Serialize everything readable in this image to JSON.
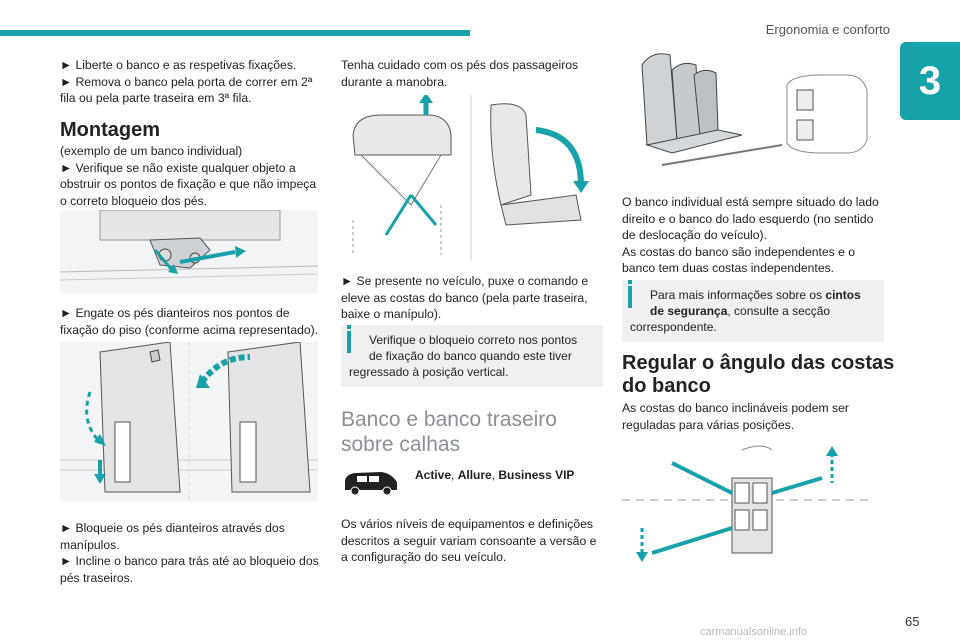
{
  "header": {
    "section": "Ergonomia e conforto",
    "chapter": "3"
  },
  "col1": {
    "p1_l1": "► Liberte o banco e as respetivas fixações.",
    "p1_l2": "► Remova o banco pela porta de correr em 2ª",
    "p1_l3": "fila ou pela parte traseira em 3ª fila.",
    "heading": "Montagem",
    "p2_l1": "(exemplo de um banco individual)",
    "p2_l2": "► Verifique se não existe qualquer objeto a",
    "p2_l3": "obstruir os pontos de fixação e que não impeça",
    "p2_l4": "o correto bloqueio dos pés.",
    "p3_l1": "► Engate os pés dianteiros nos pontos de",
    "p3_l2": "fixação do piso (conforme acima representado).",
    "p4_l1": "► Bloqueie os pés dianteiros através dos",
    "p4_l2": "manípulos.",
    "p4_l3": "► Incline o banco para trás até ao bloqueio dos",
    "p4_l4": "pés traseiros."
  },
  "col2": {
    "p1_l1": "Tenha cuidado com os pés dos passageiros",
    "p1_l2": "durante a manobra.",
    "p2_l1": "► Se presente no veículo, puxe o comando e",
    "p2_l2": "eleve as costas do banco (pela parte traseira,",
    "p2_l3": "baixe o manípulo).",
    "info_l1": "Verifique o bloqueio correto nos pontos",
    "info_l2": "de fixação do banco quando este tiver",
    "info_l3": "regressado à posição vertical.",
    "heading_l1": "Banco e banco traseiro",
    "heading_l2": "sobre calhas",
    "versions_a": "Active",
    "versions_sep1": ", ",
    "versions_b": "Allure",
    "versions_sep2": ", ",
    "versions_c": "Business VIP",
    "p3_l1": "Os vários níveis de equipamentos e definições",
    "p3_l2": "descritos a seguir variam consoante a versão e",
    "p3_l3": "a configuração do seu veículo."
  },
  "col3": {
    "p1_l1": "O banco individual está sempre situado do lado",
    "p1_l2": "direito e o banco do lado esquerdo (no sentido",
    "p1_l3": "de deslocação do veículo).",
    "p1_l4": "As costas do banco são independentes e o",
    "p1_l5": "banco tem duas costas independentes.",
    "info_l1a": "Para mais informações sobre os ",
    "info_l1b": "cintos",
    "info_l2a": "de segurança",
    "info_l2b": ", consulte a secção",
    "info_l3": "correspondente.",
    "heading_l1": "Regular o ângulo das costas",
    "heading_l2": "do banco",
    "p2_l1": "As costas do banco inclináveis podem ser",
    "p2_l2": "reguladas para várias posições."
  },
  "footer": {
    "page": "65",
    "watermark": "carmanualsonline.info"
  },
  "colors": {
    "accent": "#17a1a8"
  }
}
